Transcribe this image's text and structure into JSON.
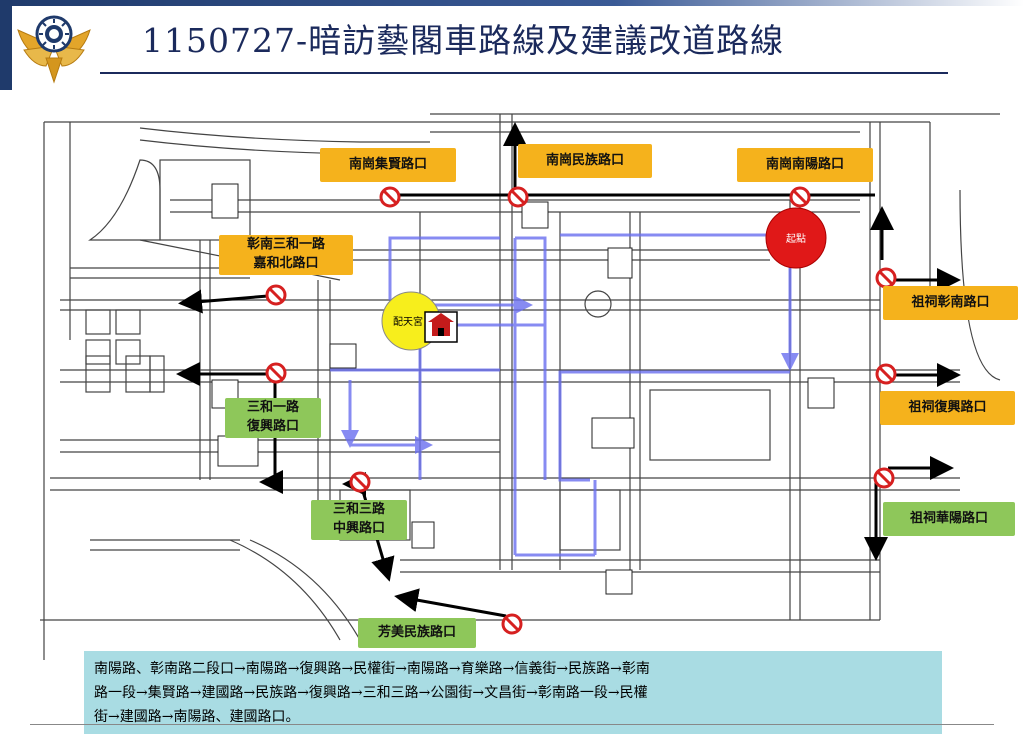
{
  "header": {
    "title": "1150727-暗訪藝閣車路線及建議改道路線"
  },
  "map": {
    "temple_name": "配天宮",
    "start_marker": "起點",
    "intersections": [
      {
        "id": "nanggang-jixian",
        "label": "南崗集賢路口",
        "color": "orange"
      },
      {
        "id": "nanggang-minzu",
        "label": "南崗民族路口",
        "color": "orange"
      },
      {
        "id": "nanggang-nanyang",
        "label": "南崗南陽路口",
        "color": "orange"
      },
      {
        "id": "zhangnan-sanhe",
        "label_lines": [
          "彰南三和一路",
          "嘉和北路口"
        ],
        "color": "orange"
      },
      {
        "id": "zuci-zhangnan",
        "label": "祖祠彰南路口",
        "color": "orange"
      },
      {
        "id": "zuci-fuxing",
        "label": "祖祠復興路口",
        "color": "orange"
      },
      {
        "id": "sanhe-fuxing",
        "label_lines": [
          "三和一路",
          "復興路口"
        ],
        "color": "green"
      },
      {
        "id": "sanhe-zhongxing",
        "label_lines": [
          "三和三路",
          "中興路口"
        ],
        "color": "green"
      },
      {
        "id": "zuci-huayang",
        "label": "祖祠華陽路口",
        "color": "green"
      },
      {
        "id": "fangmei-minzu",
        "label": "芳美民族路口",
        "color": "green"
      }
    ],
    "colors": {
      "orange": "#f5b21c",
      "green": "#8ec75a",
      "route": "#6a6ff0",
      "noentry": "#d62020"
    }
  },
  "route_description": {
    "lines": [
      "南陽路、彰南路二段口→南陽路→復興路→民權街→南陽路→育樂路→信義街→民族路→彰南",
      "路一段→集賢路→建國路→民族路→復興路→三和三路→公園街→文昌街→彰南路一段→民權",
      "街→建國路→南陽路、建國路口。"
    ]
  }
}
